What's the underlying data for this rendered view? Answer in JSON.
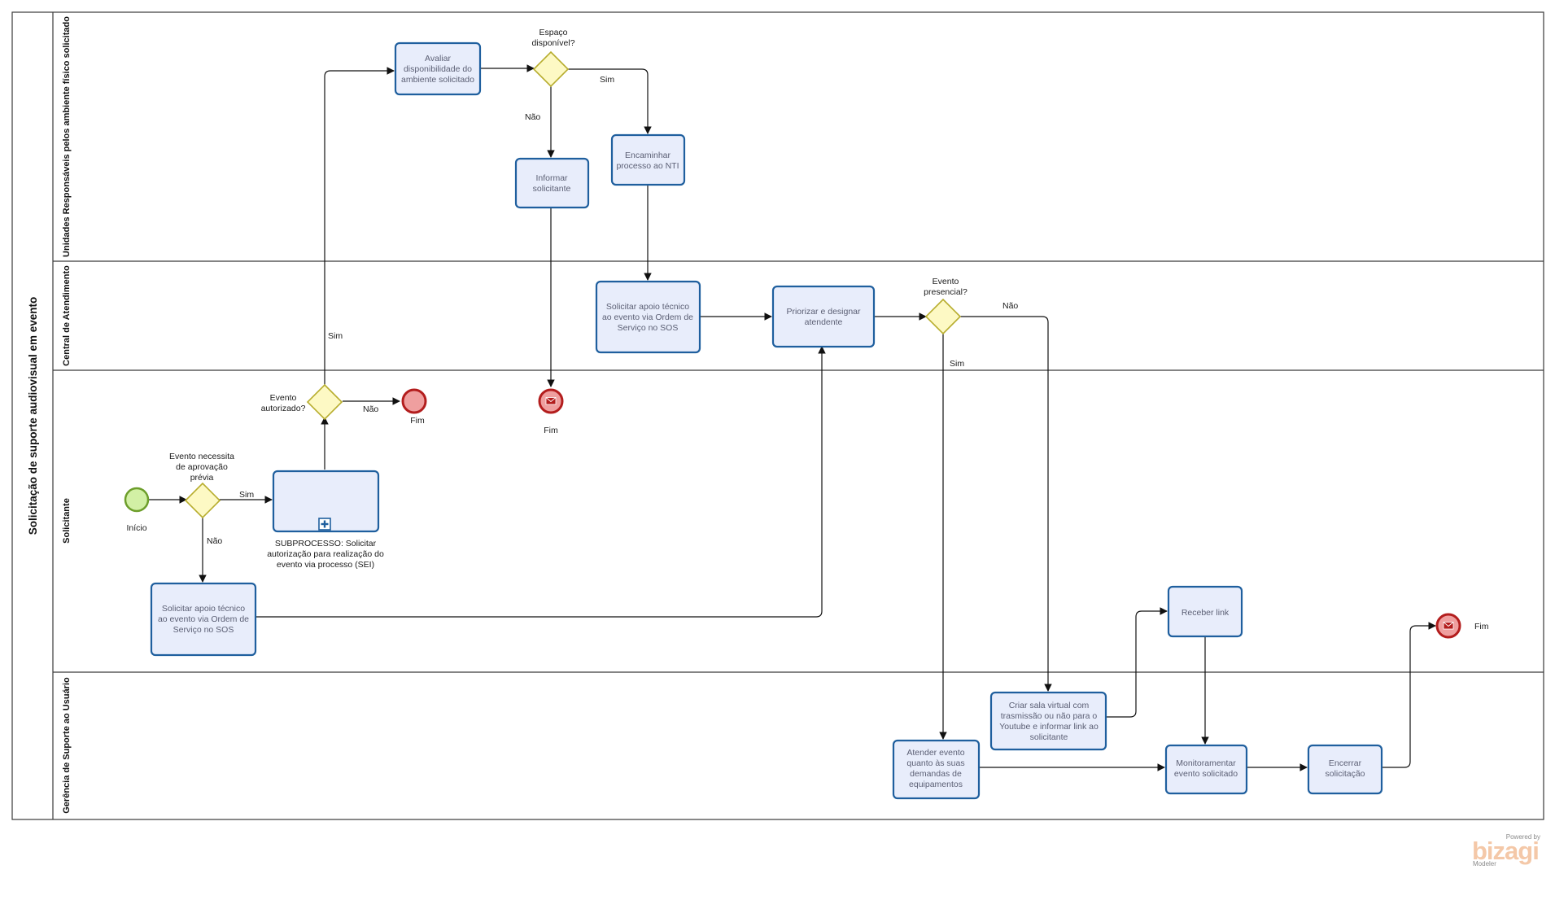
{
  "pool": {
    "title": "Solicitação de suporte audiovisual em evento"
  },
  "lanes": {
    "unidades": "Unidades Responsáveis pelos ambiente físico solicitado",
    "central": "Central de Atendimento",
    "solicitante": "Solicitante",
    "gerencia": "Gerência  de Suporte ao Usuário"
  },
  "tasks": {
    "avaliar": [
      "Avaliar",
      "disponibilidade do",
      "ambiente solicitado"
    ],
    "informar": [
      "Informar",
      "solicitante"
    ],
    "encaminhar": [
      "Encaminhar",
      "processo ao NTI"
    ],
    "solicitar_central": [
      "Solicitar apoio técnico",
      "ao evento via Ordem de",
      "Serviço no SOS"
    ],
    "priorizar": [
      "Priorizar e designar",
      "atendente"
    ],
    "solicitar_solic": [
      "Solicitar apoio técnico",
      "ao evento via Ordem de",
      "Serviço no SOS"
    ],
    "receber_link": [
      "Receber link"
    ],
    "criar_sala": [
      "Criar sala virtual com",
      "trasmissão ou não para o",
      "Youtube e informar link ao",
      "solicitante"
    ],
    "atender": [
      "Atender evento",
      "quanto às suas",
      "demandas de",
      "equipamentos"
    ],
    "monitorar": [
      "Monitoramentar",
      "evento solicitado"
    ],
    "encerrar": [
      "Encerrar",
      "solicitação"
    ]
  },
  "subprocess": {
    "label": [
      "SUBPROCESSO: Solicitar",
      "autorização para realização do",
      "evento via processo (SEI)"
    ]
  },
  "gateways": {
    "espaco": [
      "Espaço",
      "disponível?"
    ],
    "evento_presencial": [
      "Evento",
      "presencial?"
    ],
    "evento_autorizado": [
      "Evento",
      "autorizado?"
    ],
    "aprovacao": [
      "Evento necessita",
      "de aprovação",
      "prévia"
    ]
  },
  "events": {
    "inicio": "Início",
    "fim_autorizado": "Fim",
    "fim_informar": "Fim",
    "fim_final": "Fim"
  },
  "flow_labels": {
    "espaco_sim": "Sim",
    "espaco_nao": "Não",
    "presencial_nao": "Não",
    "presencial_sim": "Sim",
    "autorizado_sim": "Sim",
    "autorizado_nao": "Não",
    "aprovacao_sim": "Sim",
    "aprovacao_nao": "Não"
  },
  "branding": {
    "powered_by": "Powered by",
    "logo": "bizagi",
    "product": "Modeler"
  },
  "colors": {
    "task_fill": "#e8edfb",
    "task_stroke": "#1f5f9e",
    "gateway_fill": "#fdf9c4",
    "start_fill": "#d2f0a5",
    "end_fill": "#ef9f9f",
    "end_stroke": "#b31d1d"
  }
}
